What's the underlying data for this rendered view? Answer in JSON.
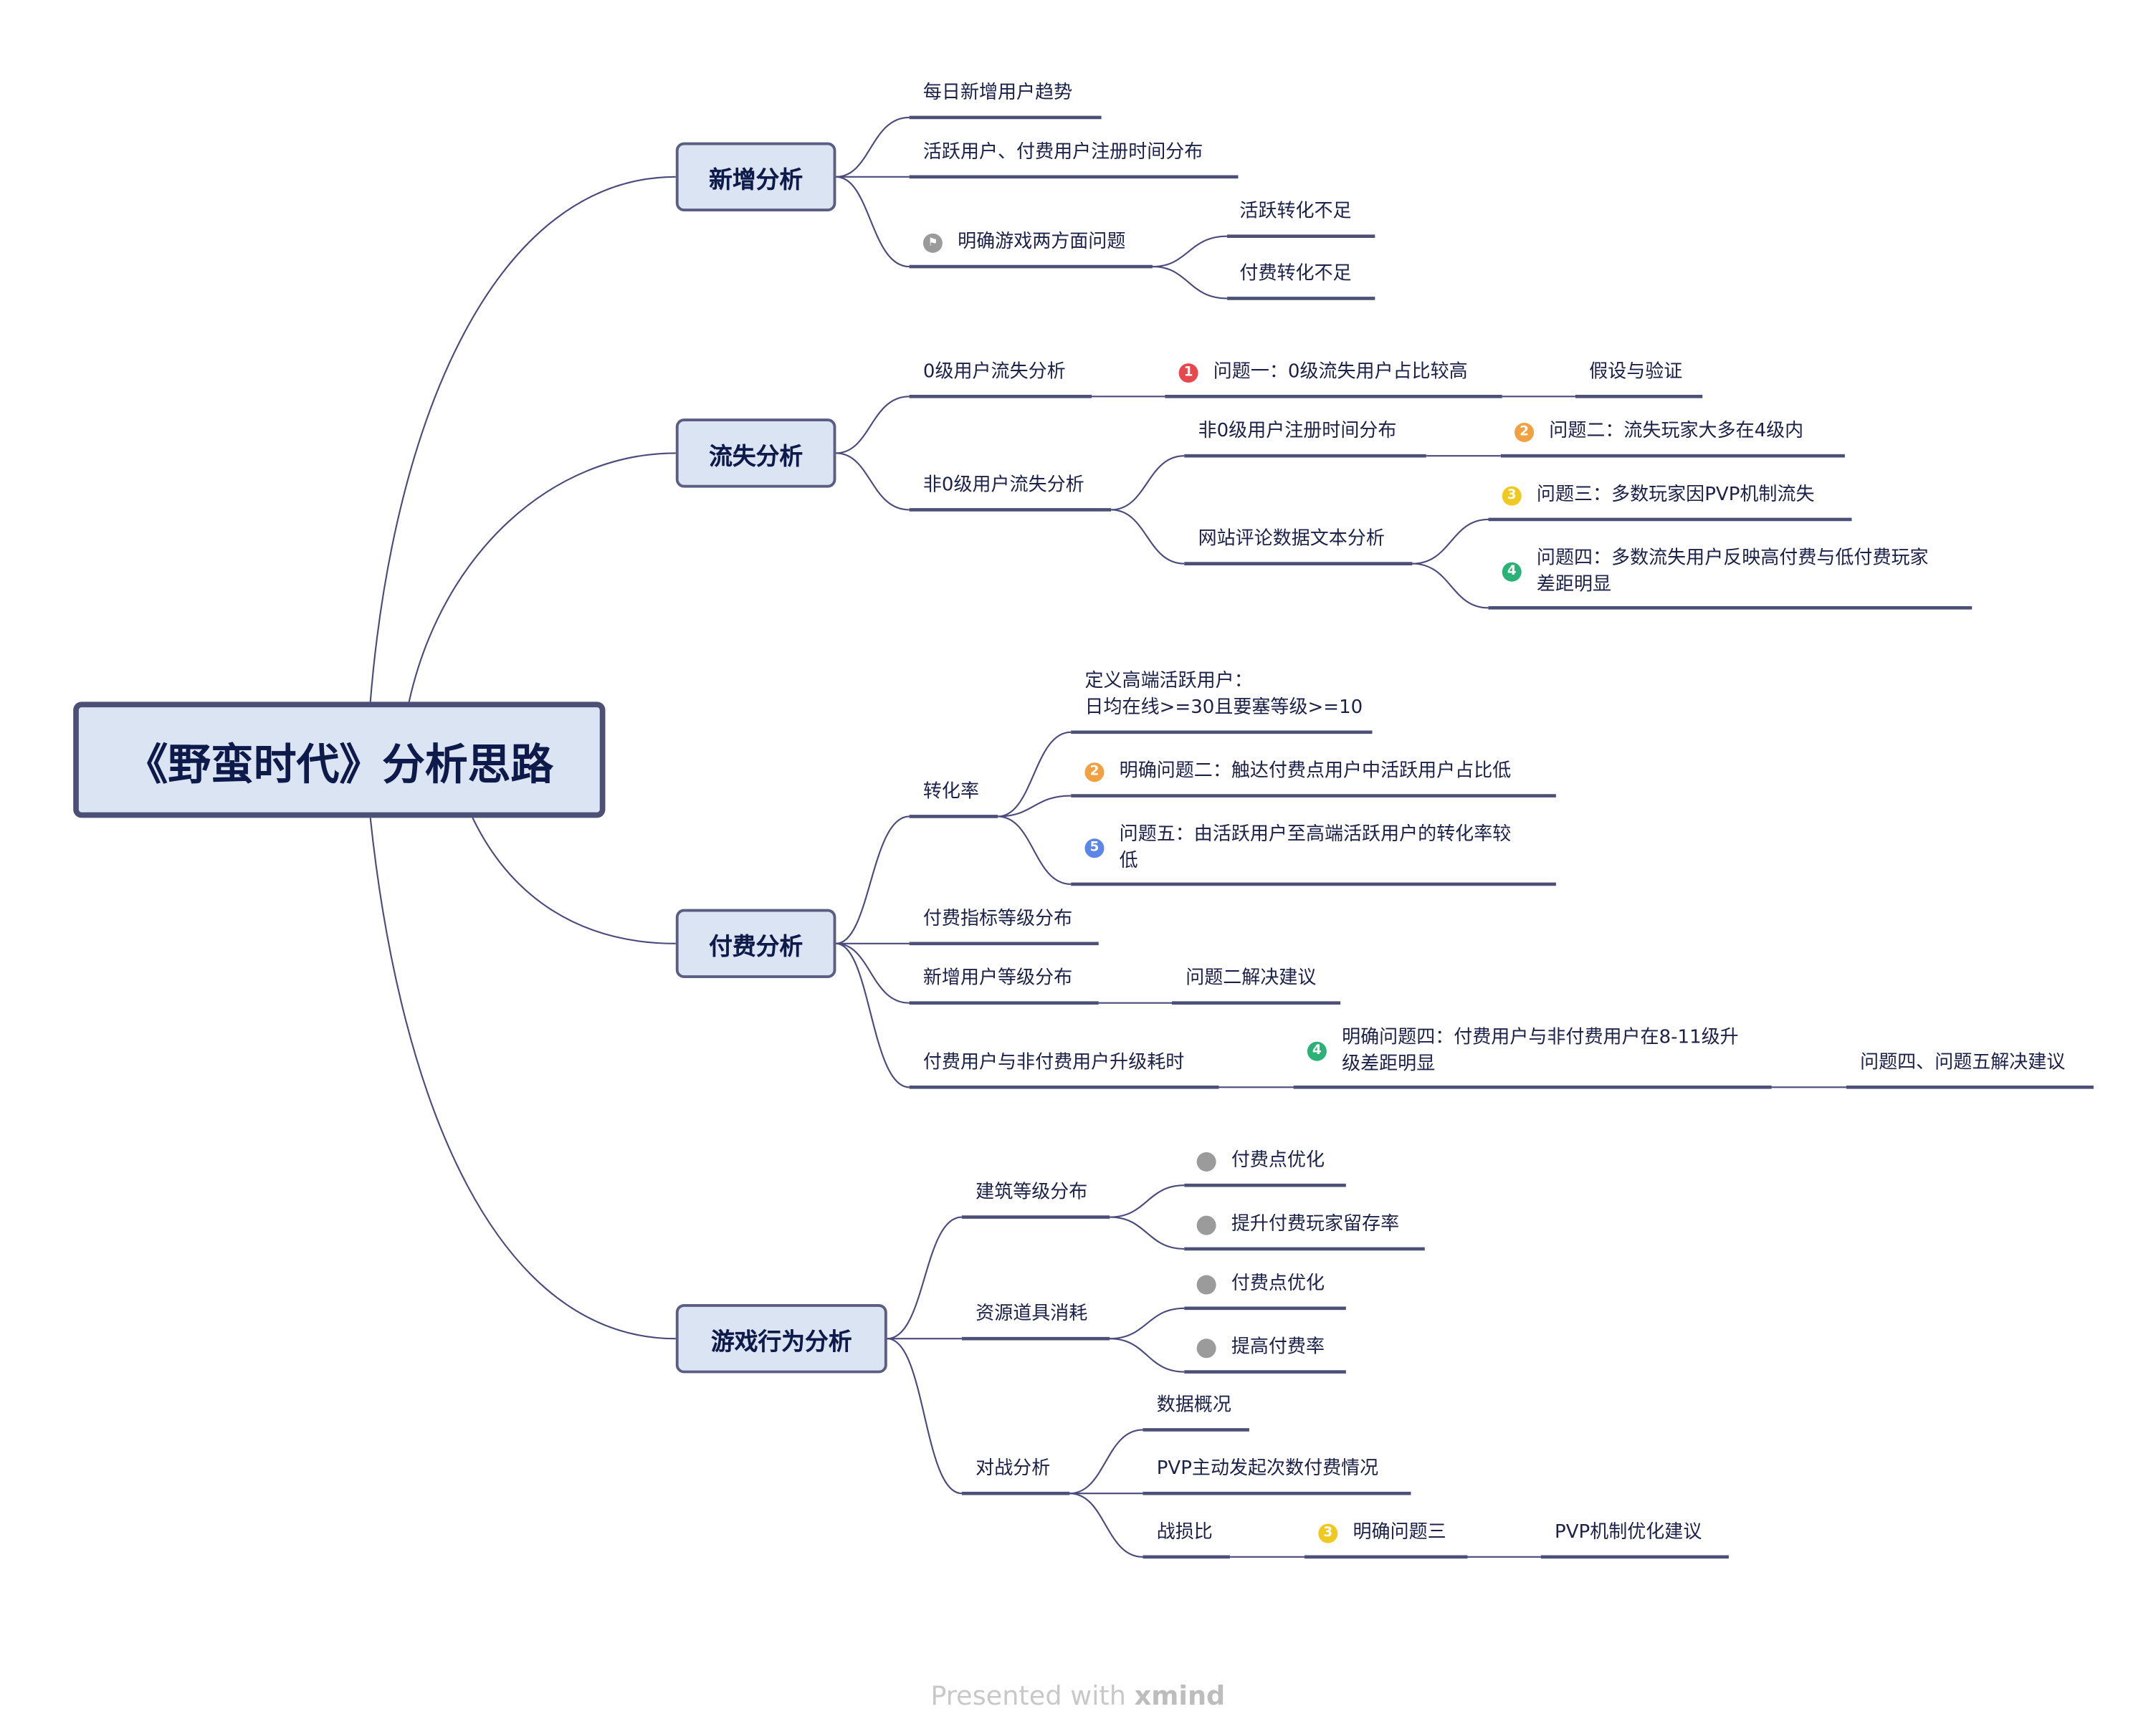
{
  "central": "《野蛮时代》分析思路",
  "branches": {
    "xinzeng": {
      "title": "新增分析",
      "c1": "每日新增用户趋势",
      "c2": "活跃用户、付费用户注册时间分布",
      "c3": "明确游戏两方面问题",
      "c3_1": "活跃转化不足",
      "c3_2": "付费转化不足"
    },
    "liushi": {
      "title": "流失分析",
      "c1": "0级用户流失分析",
      "c1_issue": "问题一：0级流失用户占比较高",
      "c1_next": "假设与验证",
      "c2": "非0级用户流失分析",
      "c2_1": "非0级用户注册时间分布",
      "c2_1_issue": "问题二：流失玩家大多在4级内",
      "c2_2": "网站评论数据文本分析",
      "c2_2_issue3": "问题三：多数玩家因PVP机制流失",
      "c2_2_issue4_l1": "问题四：多数流失用户反映高付费与低付费玩家",
      "c2_2_issue4_l2": "差距明显"
    },
    "fufei": {
      "title": "付费分析",
      "c1": "转化率",
      "c1_def_l1": "定义高端活跃用户：",
      "c1_def_l2": "日均在线>=30且要塞等级>=10",
      "c1_issue2": "明确问题二：触达付费点用户中活跃用户占比低",
      "c1_issue5_l1": "问题五：由活跃用户至高端活跃用户的转化率较",
      "c1_issue5_l2": "低",
      "c2": "付费指标等级分布",
      "c3": "新增用户等级分布",
      "c3_next": "问题二解决建议",
      "c4": "付费用户与非付费用户升级耗时",
      "c4_issue_l1": "明确问题四：付费用户与非付费用户在8-11级升",
      "c4_issue_l2": "级差距明显",
      "c4_next": "问题四、问题五解决建议"
    },
    "youxi": {
      "title": "游戏行为分析",
      "c1": "建筑等级分布",
      "c1_1": "付费点优化",
      "c1_2": "提升付费玩家留存率",
      "c2": "资源道具消耗",
      "c2_1": "付费点优化",
      "c2_2": "提高付费率",
      "c3": "对战分析",
      "c3_1": "数据概况",
      "c3_2": "PVP主动发起次数付费情况",
      "c3_3": "战损比",
      "c3_3_issue": "明确问题三",
      "c3_3_next": "PVP机制优化建议"
    }
  },
  "markers": {
    "p1": "1",
    "p2": "2",
    "p3": "3",
    "p4": "4",
    "p5": "5",
    "p1_color": "#e6484d",
    "p2_color": "#f1a142",
    "p3_color": "#efc91f",
    "p4_color": "#2bb277",
    "p5_color": "#5b85e6",
    "gray_dot_icon": "gray-circle-icon",
    "flag_icon": "flag-icon"
  },
  "footer": {
    "prefix": "Presented with",
    "brand": "xmind"
  }
}
